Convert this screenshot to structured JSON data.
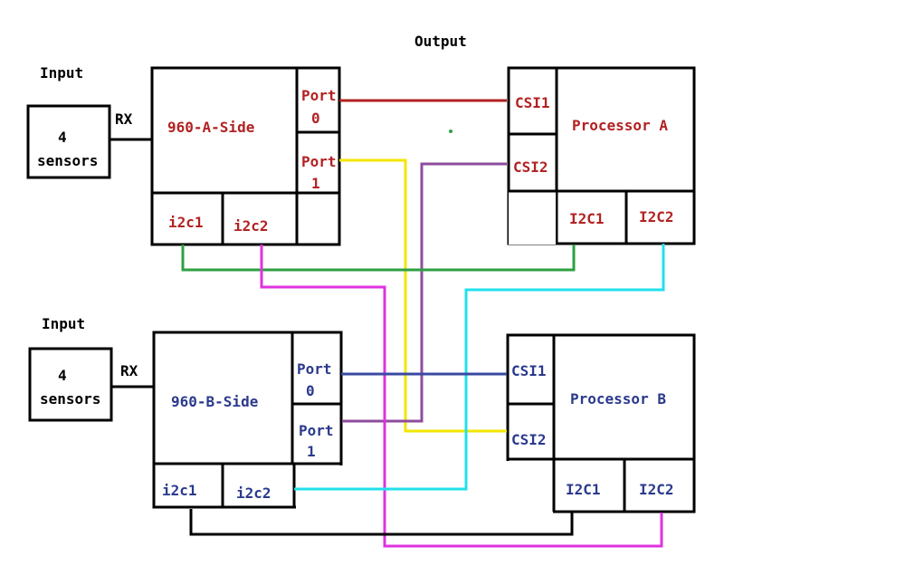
{
  "title": "Output",
  "colors": {
    "red_text": "#b22222",
    "blue_text": "#2b3a8c",
    "wire_red": "#b22222",
    "wire_yellow": "#f2e600",
    "wire_purple": "#8e4c9e",
    "wire_green": "#2ea043",
    "wire_magenta": "#e032e0",
    "wire_cyan": "#22e0ec",
    "wire_blue": "#3a4aa3",
    "wire_black": "#000000"
  },
  "top": {
    "input_label": "Input",
    "sensor_line1": "4",
    "sensor_line2": "sensors",
    "rx_label": "RX",
    "deser_name": "960-A-Side",
    "port0_line1": "Port",
    "port0_line2": "0",
    "port1_line1": "Port",
    "port1_line2": "1",
    "i2c1": "i2c1",
    "i2c2": "i2c2",
    "processor_name": "Processor A",
    "csi1": "CSI1",
    "csi2": "CSI2",
    "proc_i2c1": "I2C1",
    "proc_i2c2": "I2C2"
  },
  "bottom": {
    "input_label": "Input",
    "sensor_line1": "4",
    "sensor_line2": "sensors",
    "rx_label": "RX",
    "deser_name": "960-B-Side",
    "port0_line1": "Port",
    "port0_line2": "0",
    "port1_line1": "Port",
    "port1_line2": "1",
    "i2c1": "i2c1",
    "i2c2": "i2c2",
    "processor_name": "Processor B",
    "csi1": "CSI1",
    "csi2": "CSI2",
    "proc_i2c1": "I2C1",
    "proc_i2c2": "I2C2"
  }
}
